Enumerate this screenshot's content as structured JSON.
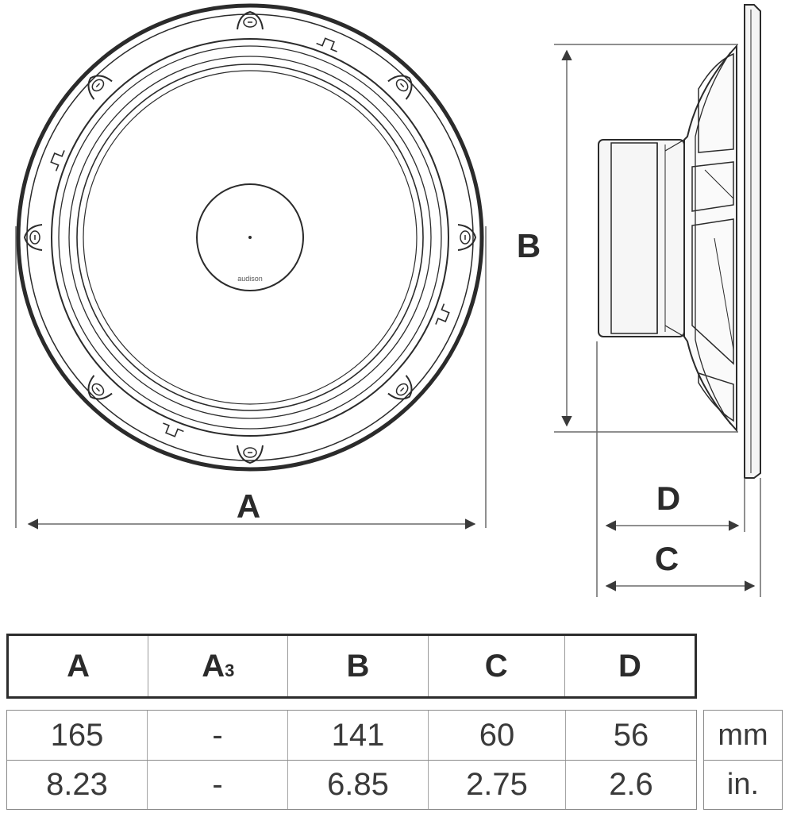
{
  "diagram": {
    "labels": {
      "a": "A",
      "b": "B",
      "c": "C",
      "d": "D"
    },
    "brand": "audison"
  },
  "table": {
    "headers": [
      "A",
      "A",
      "B",
      "C",
      "D"
    ],
    "header_a3_subscript": "3",
    "rows": [
      {
        "values": [
          "165",
          "-",
          "141",
          "60",
          "56"
        ],
        "unit": "mm"
      },
      {
        "values": [
          "8.23",
          "-",
          "6.85",
          "2.75",
          "2.6"
        ],
        "unit": "in."
      }
    ]
  },
  "colors": {
    "line": "#2b2b2b",
    "accent": "#2b2b2b"
  }
}
